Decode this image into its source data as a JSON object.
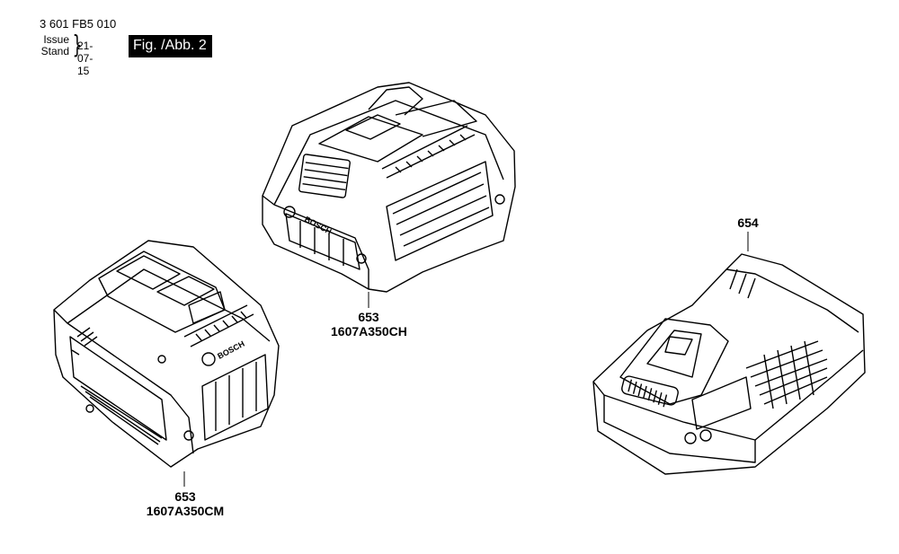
{
  "header": {
    "doc_number": "3 601 FB5 010",
    "issue_label": "Issue",
    "stand_label": "Stand",
    "date": "21-07-15",
    "figure_label": "Fig. /Abb. 2"
  },
  "parts": [
    {
      "ref": "653",
      "part_no": "1607A350CH",
      "item": "battery-pack-upper"
    },
    {
      "ref": "653",
      "part_no": "1607A350CM",
      "item": "battery-pack-lower"
    },
    {
      "ref": "654",
      "part_no": "",
      "item": "charger"
    }
  ],
  "brand_marking": "BOSCH"
}
